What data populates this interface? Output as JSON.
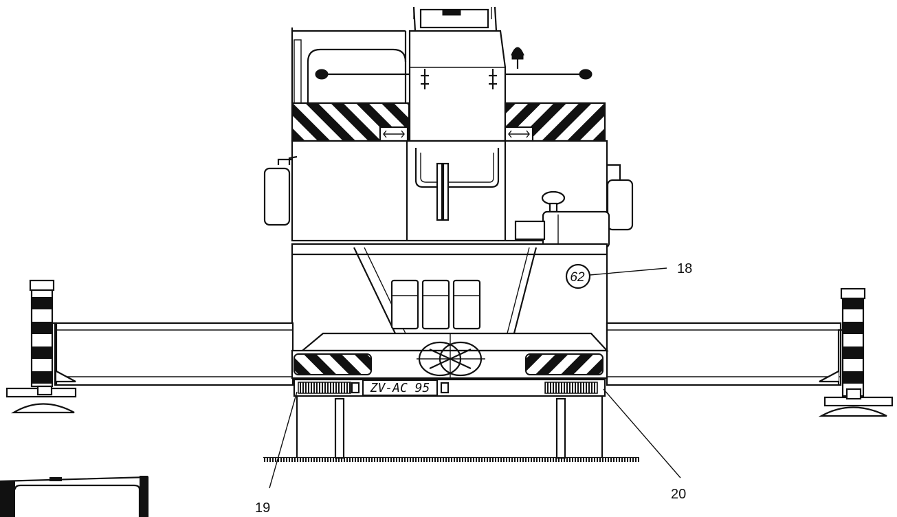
{
  "callouts": [
    {
      "id": "18",
      "label": "18"
    },
    {
      "id": "19",
      "label": "19"
    },
    {
      "id": "20",
      "label": "20"
    }
  ],
  "license_plate": "ZV-AC 95",
  "badge": "62"
}
